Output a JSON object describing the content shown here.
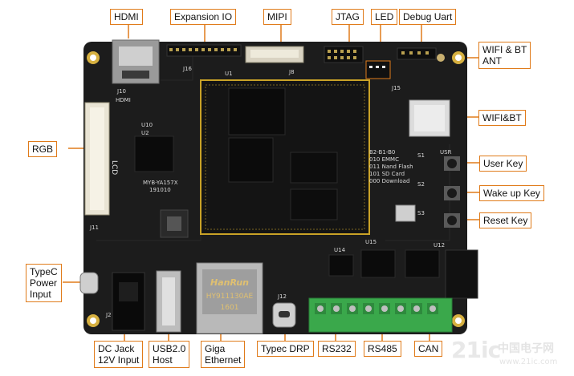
{
  "labels": {
    "hdmi": "HDMI",
    "expansion_io": "Expansion IO",
    "mipi": "MIPI",
    "jtag": "JTAG",
    "led": "LED",
    "debug_uart": "Debug Uart",
    "wifi_bt_ant": "WIFI & BT\nANT",
    "wifi_bt": "WIFI&BT",
    "rgb": "RGB",
    "user_key": "User Key",
    "wake_up_key": "Wake up Key",
    "reset_key": "Reset Key",
    "typec_power": "TypeC\nPower\nInput",
    "dc_jack": "DC Jack\n12V Input",
    "usb_host": "USB2.0\nHost",
    "giga_ethernet": "Giga\nEthernet",
    "typec_drp": "Typec DRP",
    "rs232": "RS232",
    "rs485": "RS485",
    "can": "CAN"
  },
  "silkscreen": {
    "j10": "J10",
    "hdmi": "HDMI",
    "j16": "J16",
    "u1": "U1",
    "j8": "J8",
    "j15": "J15",
    "u10": "U10",
    "u2": "U2",
    "myb": "MYB-YA157X",
    "rev": "191010",
    "lcd": "LCD",
    "j11": "J11",
    "j12": "J12",
    "j2": "J2",
    "s1": "S1",
    "s2": "S2",
    "s3": "S3",
    "usr": "USR",
    "boot1": "B2-B1-B0",
    "boot2": "010 EMMC",
    "boot3": "011 Nand Flash",
    "boot4": "101 SD Card",
    "boot5": "000 Download",
    "u15": "U15",
    "u14": "U14",
    "u12": "U12"
  },
  "ethernet": {
    "brand": "HanRun",
    "part": "HY911130AE",
    "code": "1601"
  },
  "watermark": {
    "logo": "21ic",
    "cn": "中国电子网",
    "url": "www.21ic.com"
  },
  "colors": {
    "accent": "#e07b1a",
    "pcb": "#1c1c1c",
    "gold": "#c9a227",
    "terminal_green": "#3aa84b"
  }
}
